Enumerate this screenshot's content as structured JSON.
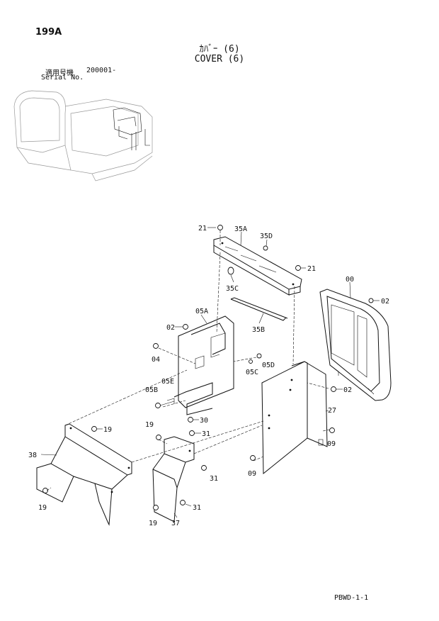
{
  "page_code": "199A",
  "title_jp": "ｶﾊﾞｰ (6)",
  "title_en": "COVER (6)",
  "serial_label_jp": "適用号機",
  "serial_value": "200001-",
  "serial_label_en": "Serial No.",
  "footer_code": "PBWD-1-1",
  "callouts": {
    "c21a": "21",
    "c35a": "35A",
    "c35d": "35D",
    "c21b": "21",
    "c35c": "35C",
    "c00": "00",
    "c02a": "02",
    "c05a": "05A",
    "c02b": "02",
    "c35b": "35B",
    "c04": "04",
    "c05d": "05D",
    "c05c": "05C",
    "c05e": "05E",
    "c05b": "05B",
    "c02c": "02",
    "c27": "27",
    "c30": "30",
    "c19a": "19",
    "c19b": "19",
    "c31a": "31",
    "c38": "38",
    "c09a": "09",
    "c09b": "09",
    "c31b": "31",
    "c19c": "19",
    "c31c": "31",
    "c19d": "19",
    "c37": "37"
  }
}
